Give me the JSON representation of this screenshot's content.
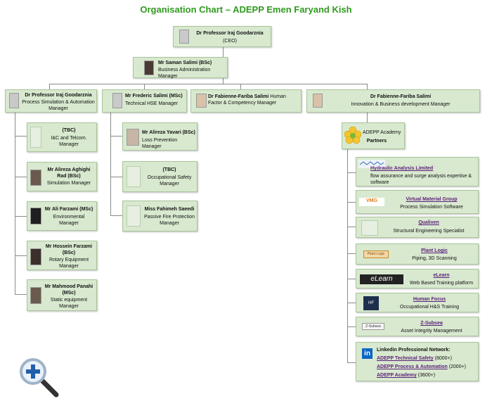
{
  "title": "Organisation Chart – ADEPP Emen Faryand Kish",
  "ceo": {
    "name": "Dr  Professor Iraj Goodarznia",
    "role": "(CEO)"
  },
  "bam": {
    "name": "Mr Saman Salimi (BSc)",
    "role": "Business Administration Manager"
  },
  "heads": [
    {
      "name": "Dr Professor Iraj Goodarznia",
      "role": "Process Simulation & Automation Manager"
    },
    {
      "name": "Mr Frederic Salimi (MSc)",
      "role": "Technical HSE Manager"
    },
    {
      "name": "Dr Fabienne-Fariba Salimi",
      "role": " Human Factor & Competency  Manager"
    },
    {
      "name": "Dr Fabienne-Fariba Salimi",
      "role": "Innovation & Business development Manager"
    }
  ],
  "process_team": [
    {
      "name": "(TBC)",
      "role": "I&C and Telcom. Manager"
    },
    {
      "name": "Mr Alireza Aghighi Rad (BSc)",
      "role": "Simulation Manager"
    },
    {
      "name": "Mr Ali Farzami (MSc)",
      "role": "Environmental Manager"
    },
    {
      "name": "Mr Hossein Farzami (BSc)",
      "role": "Rotary Equipment Manager"
    },
    {
      "name": "Mr Mahmood Panahi (MSc)",
      "role": "Static equipment Manager"
    }
  ],
  "hse_team": [
    {
      "name": "Mr Alireza Yavari (BSc)",
      "role": "Loss Prevention Manager"
    },
    {
      "name": "(TBC)",
      "role": "Occupational Safety Manager"
    },
    {
      "name": "Miss Fahimeh Saeedi",
      "role": "Passive Fire Protection Manager"
    }
  ],
  "academy": {
    "line1": "ADEPP Academy",
    "line2": "Partners"
  },
  "partners": [
    {
      "name": "Hydraulic Analysis Limited",
      "desc": "flow assurance and surge analysis expertise & software",
      "logo": "HAL"
    },
    {
      "name": "Virtual Material Group",
      "desc": "Process Simulation Software",
      "logo": "VMG"
    },
    {
      "name": "Qualixen",
      "desc": "Structural Engineering Specialist",
      "logo": ""
    },
    {
      "name": "Plant Logic",
      "desc": "Piping, 3D Scanning",
      "logo": "Plant Logic"
    },
    {
      "name": "eLearn",
      "desc": "Web Based Training platform",
      "logo": "eLearn"
    },
    {
      "name": "Human Focus",
      "desc": "Occupational H&S Training",
      "logo": "HF"
    },
    {
      "name": "Z-Subsea",
      "desc": "Asset Integrity Management",
      "logo": "Z-Subsea"
    }
  ],
  "linkedin": {
    "title": "Linkedin Professional Network:",
    "groups": [
      {
        "name": "ADEPP Technical Safety",
        "count": " (8000+)"
      },
      {
        "name": "ADEPP Process & Automation",
        "count": " (2000+)"
      },
      {
        "name": "ADEPP Academy",
        "count": " (3600+)"
      }
    ]
  },
  "colors": {
    "box": "#d8e9cf",
    "title": "#2f9a1e",
    "link": "#5b1f7a"
  },
  "icons": {
    "zoom": "magnifier-zoom-icon"
  }
}
